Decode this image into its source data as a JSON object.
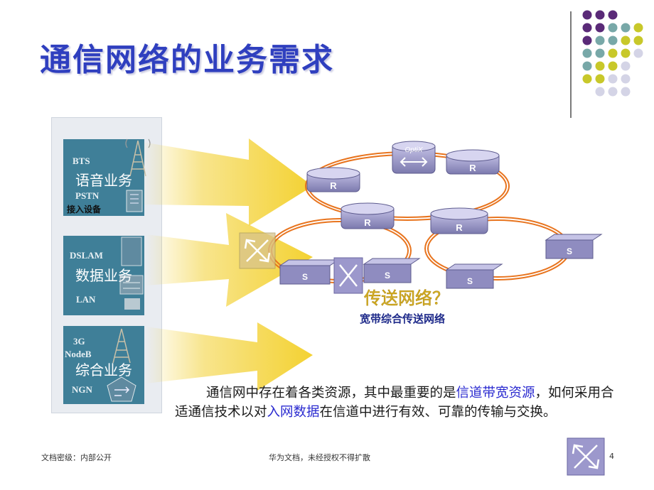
{
  "title": "通信网络的业务需求",
  "left_panel": {
    "voice": {
      "label": "语音业务",
      "bts": "BTS",
      "pstn": "PSTN",
      "access": "接入设备"
    },
    "data": {
      "label": "数据业务",
      "dslam": "DSLAM",
      "lan": "LAN"
    },
    "integrated": {
      "label": "综合业务",
      "g3": "3G",
      "nodeb": "NodeB",
      "ngn": "NGN"
    }
  },
  "network": {
    "router_label": "R",
    "switch_label": "S",
    "optix_label": "OptiX",
    "question": "传送网络？",
    "subtitle": "宽带综合传送网络"
  },
  "paragraph": {
    "part1": "通信网中存在着各类资源，其中最重要的是",
    "highlight1": "信道带宽资源",
    "part2": "，如何采用合适通信技术以对",
    "highlight2": "入网数据",
    "part3": "在信道中进行有效、可靠的传输与交换。"
  },
  "footer": {
    "left": "文档密级：内部公开",
    "center": "华为文档，未经授权不得扩散",
    "page": "4"
  },
  "colors": {
    "title": "#2f3fbf",
    "purple_dot": "#5a2a78",
    "teal_dot": "#78a8a8",
    "olive_dot": "#c8c82a",
    "lavender_dot": "#d4d4e6",
    "box": "#3f7f98",
    "ring": "#e8741e",
    "arrow": "#f2cf2e"
  }
}
